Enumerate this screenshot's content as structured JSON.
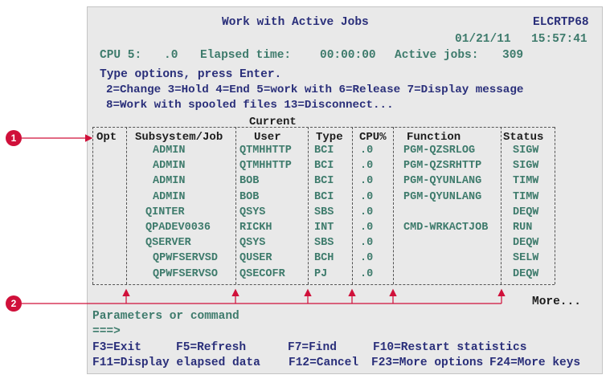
{
  "header": {
    "title": "Work with Active Jobs",
    "system": "ELCRTP68",
    "date": "01/21/11",
    "time": "15:57:41",
    "cpu_label": "CPU 5:",
    "cpu_value": ".0",
    "elapsed_label": "Elapsed time:",
    "elapsed_value": "00:00:00",
    "active_jobs_label": "Active jobs:",
    "active_jobs_value": "309"
  },
  "instructions": {
    "line1": "Type options, press Enter.",
    "line2": "2=Change 3=Hold 4=End 5=work with 6=Release 7=Display message",
    "line3": "8=Work with spooled files 13=Disconnect..."
  },
  "table": {
    "current_label": "Current",
    "columns": [
      "Opt",
      "Subsystem/Job",
      "User",
      "Type",
      "CPU%",
      "Function",
      "Status"
    ],
    "rows": [
      {
        "job": "ADMIN",
        "user": "QTMHHTTP",
        "type": "BCI",
        "cpu": ".0",
        "function": "PGM-QZSRLOG",
        "status": "SIGW"
      },
      {
        "job": "ADMIN",
        "user": "QTMHHTTP",
        "type": "BCI",
        "cpu": ".0",
        "function": "PGM-QZSRHTTP",
        "status": "SIGW"
      },
      {
        "job": "ADMIN",
        "user": "BOB",
        "type": "BCI",
        "cpu": ".0",
        "function": "PGM-QYUNLANG",
        "status": "TIMW"
      },
      {
        "job": "ADMIN",
        "user": "BOB",
        "type": "BCI",
        "cpu": ".0",
        "function": "PGM-QYUNLANG",
        "status": "TIMW"
      },
      {
        "job": "QINTER",
        "user": "QSYS",
        "type": "SBS",
        "cpu": ".0",
        "function": "",
        "status": "DEQW"
      },
      {
        "job": "QPADEV0036",
        "user": "RICKH",
        "type": "INT",
        "cpu": ".0",
        "function": "CMD-WRKACTJOB",
        "status": "RUN"
      },
      {
        "job": "QSERVER",
        "user": "QSYS",
        "type": "SBS",
        "cpu": ".0",
        "function": "",
        "status": "DEQW"
      },
      {
        "job": "QPWFSERVSD",
        "user": "QUSER",
        "type": "BCH",
        "cpu": ".0",
        "function": "",
        "status": "SELW"
      },
      {
        "job": "QPWFSERVSO",
        "user": "QSECOFR",
        "type": "PJ",
        "cpu": ".0",
        "function": "",
        "status": "DEQW"
      }
    ],
    "more": "More..."
  },
  "command": {
    "label": "Parameters or command",
    "prompt": "===>",
    "value": ""
  },
  "function_keys": {
    "f3": "F3=Exit",
    "f5": "F5=Refresh",
    "f7": "F7=Find",
    "f10": "F10=Restart statistics",
    "f11": "F11=Display elapsed data",
    "f12": "F12=Cancel",
    "f23": "F23=More options",
    "f24": "F24=More keys"
  },
  "callouts": [
    "1",
    "2"
  ],
  "colors": {
    "screen_bg": "#e9e9e9",
    "text_blue": "#2a2f7a",
    "text_green": "#3e7b6c",
    "callout_red": "#d0103a"
  }
}
